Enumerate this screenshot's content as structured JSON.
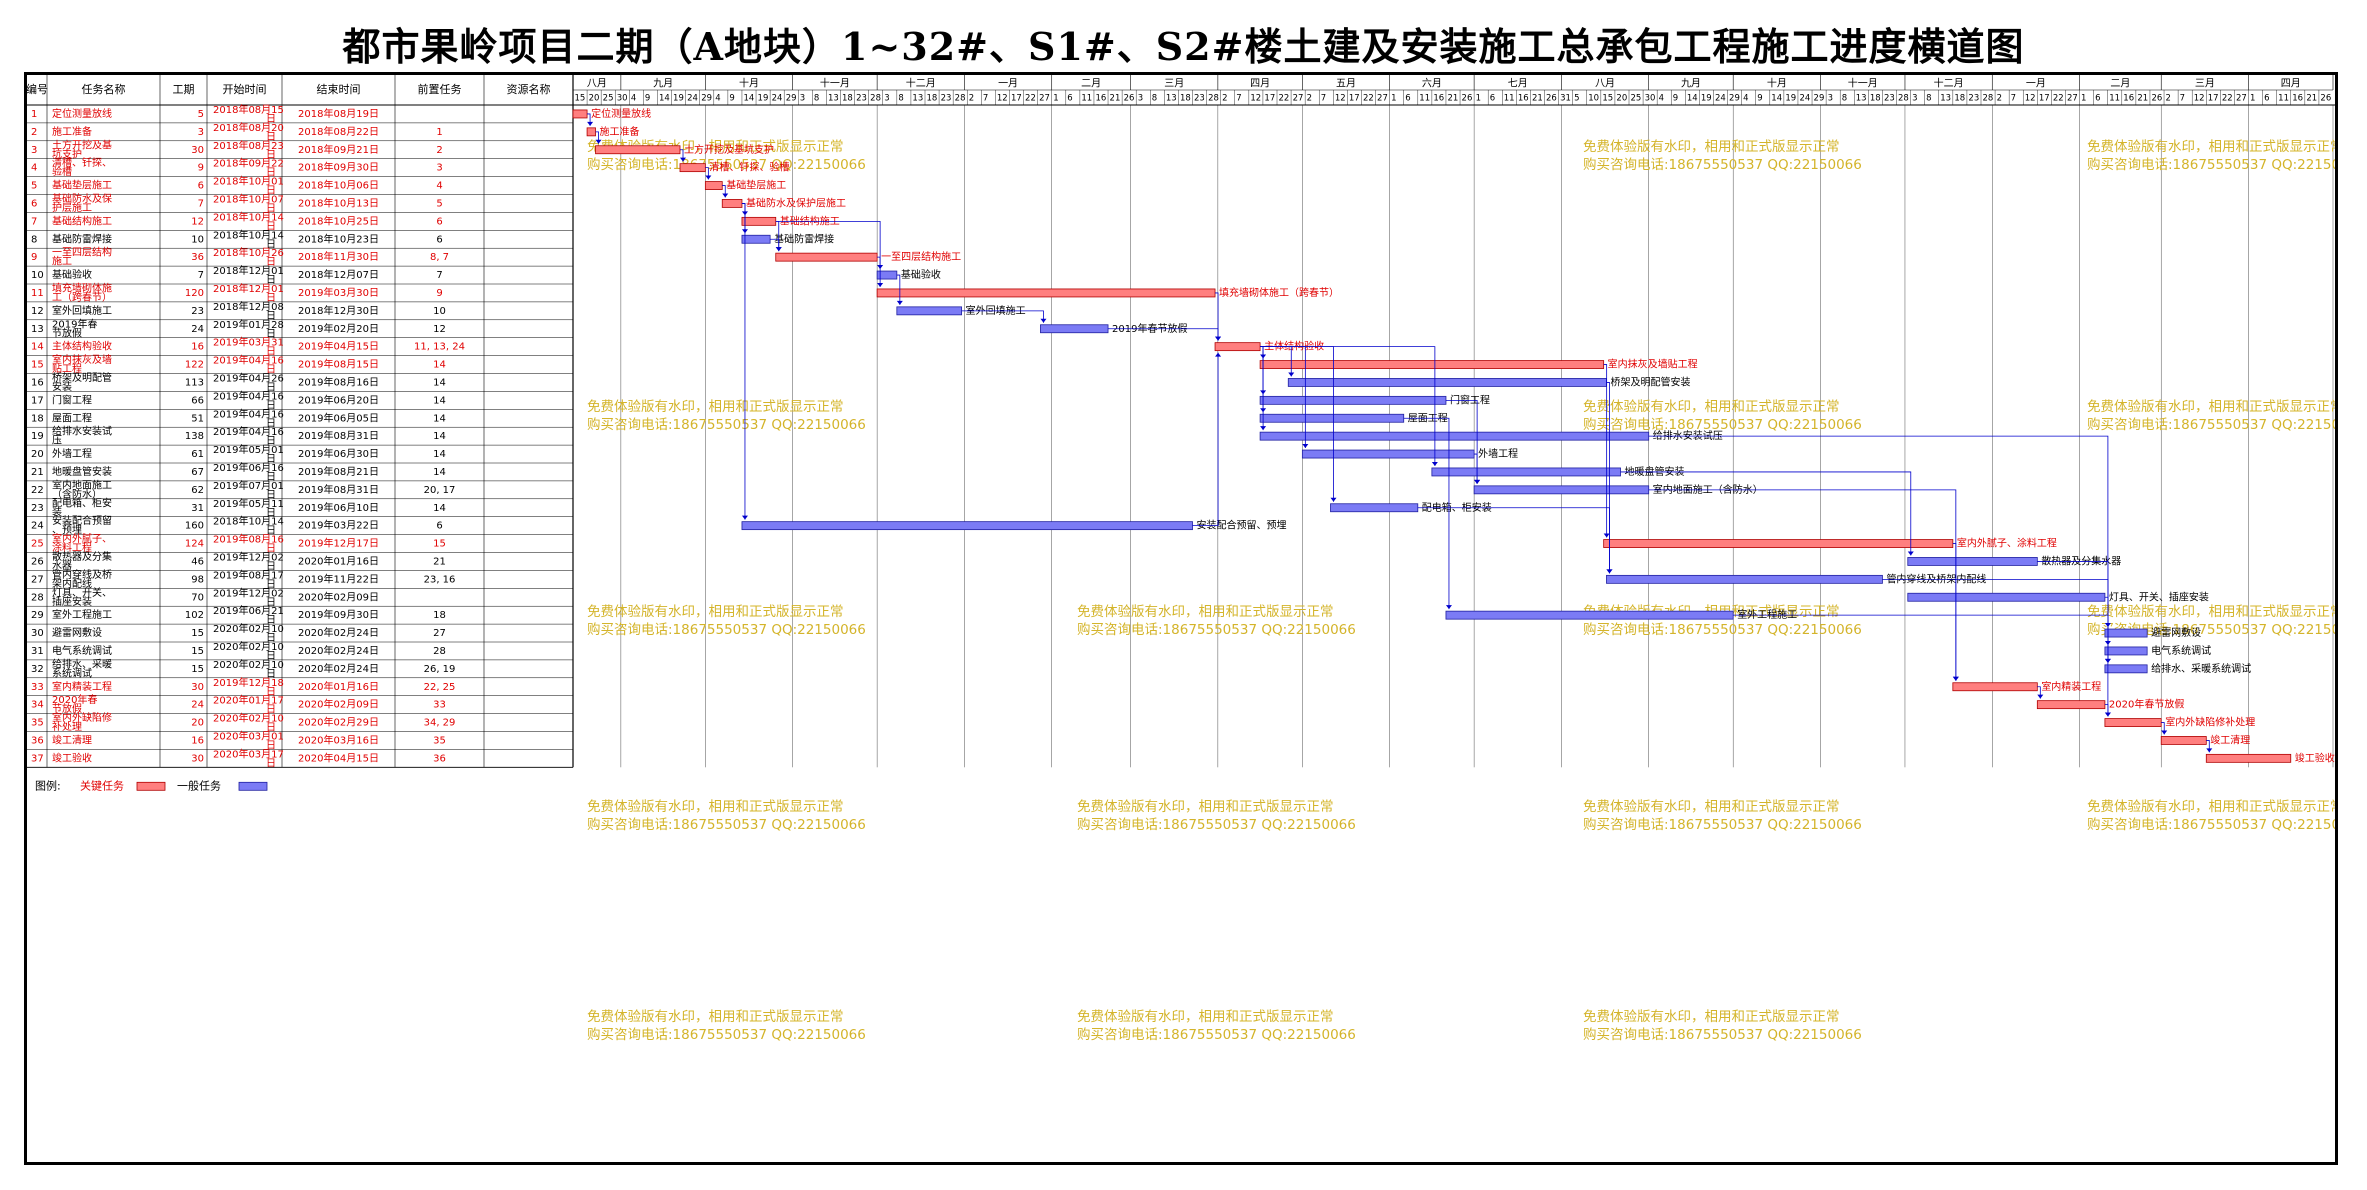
{
  "title": "都市果岭项目二期（A地块）1~32#、S1#、S2#楼土建及安装施工总承包工程施工进度横道图",
  "columns": [
    "编号",
    "任务名称",
    "工期",
    "开始时间",
    "结束时间",
    "前置任务",
    "资源名称"
  ],
  "watermark": {
    "line1": "免费体验版有水印，相用和正式版显示正常",
    "line2": "购买咨询电话:18675550537 QQ:22150066"
  },
  "legend": {
    "label": "图例:",
    "critical": "关键任务",
    "general": "一般任务"
  },
  "colors": {
    "critical_fill": "#ff7f7f",
    "critical_text": "#e00000",
    "general_fill": "#7b7bf5",
    "general_text": "#000000",
    "link": "#0000cc",
    "watermark": "#d4b42a"
  },
  "chart_data": {
    "type": "gantt",
    "timescale": {
      "start": "2018-08-15",
      "end": "2020-04-30",
      "months": [
        {
          "label": "八月",
          "ticks": [
            "15",
            "20",
            "25",
            "30"
          ]
        },
        {
          "label": "九月",
          "ticks": [
            "4",
            "9",
            "14",
            "19",
            "24",
            "29"
          ]
        },
        {
          "label": "十月",
          "ticks": [
            "4",
            "9",
            "14",
            "19",
            "24",
            "29"
          ]
        },
        {
          "label": "十一月",
          "ticks": [
            "3",
            "8",
            "13",
            "18",
            "23",
            "28"
          ]
        },
        {
          "label": "十二月",
          "ticks": [
            "3",
            "8",
            "13",
            "18",
            "23",
            "28"
          ]
        },
        {
          "label": "一月",
          "ticks": [
            "2",
            "7",
            "12",
            "17",
            "22",
            "27"
          ]
        },
        {
          "label": "二月",
          "ticks": [
            "1",
            "6",
            "11",
            "16",
            "21",
            "26"
          ]
        },
        {
          "label": "三月",
          "ticks": [
            "3",
            "8",
            "13",
            "18",
            "23",
            "28"
          ]
        },
        {
          "label": "四月",
          "ticks": [
            "2",
            "7",
            "12",
            "17",
            "22",
            "27"
          ]
        },
        {
          "label": "五月",
          "ticks": [
            "2",
            "7",
            "12",
            "17",
            "22",
            "27"
          ]
        },
        {
          "label": "六月",
          "ticks": [
            "1",
            "6",
            "11",
            "16",
            "21",
            "26"
          ]
        },
        {
          "label": "七月",
          "ticks": [
            "1",
            "6",
            "11",
            "16",
            "21",
            "26",
            "31"
          ]
        },
        {
          "label": "八月",
          "ticks": [
            "5",
            "10",
            "15",
            "20",
            "25",
            "30"
          ]
        },
        {
          "label": "九月",
          "ticks": [
            "4",
            "9",
            "14",
            "19",
            "24",
            "29"
          ]
        },
        {
          "label": "十月",
          "ticks": [
            "4",
            "9",
            "14",
            "19",
            "24",
            "29"
          ]
        },
        {
          "label": "十一月",
          "ticks": [
            "3",
            "8",
            "13",
            "18",
            "23",
            "28"
          ]
        },
        {
          "label": "十二月",
          "ticks": [
            "3",
            "8",
            "13",
            "18",
            "23",
            "28"
          ]
        },
        {
          "label": "一月",
          "ticks": [
            "2",
            "7",
            "12",
            "17",
            "22",
            "27"
          ]
        },
        {
          "label": "二月",
          "ticks": [
            "1",
            "6",
            "11",
            "16",
            "21",
            "26"
          ]
        },
        {
          "label": "三月",
          "ticks": [
            "2",
            "7",
            "12",
            "17",
            "22",
            "27"
          ]
        },
        {
          "label": "四月",
          "ticks": [
            "1",
            "6",
            "11",
            "16",
            "21",
            "26"
          ]
        }
      ]
    },
    "tasks": [
      {
        "id": "1",
        "name": "定位测量放线",
        "dur": "5",
        "start": "2018年08月15日",
        "end": "2018年08月19日",
        "pred": "",
        "critical": true,
        "s": "2018-08-15",
        "e": "2018-08-19",
        "label": "定位测量放线"
      },
      {
        "id": "2",
        "name": "施工准备",
        "dur": "3",
        "start": "2018年08月20日",
        "end": "2018年08月22日",
        "pred": "1",
        "critical": true,
        "s": "2018-08-20",
        "e": "2018-08-22",
        "label": "施工准备"
      },
      {
        "id": "3",
        "name": "土方开挖及基坑支护",
        "dur": "30",
        "start": "2018年08月23日",
        "end": "2018年09月21日",
        "pred": "2",
        "critical": true,
        "s": "2018-08-23",
        "e": "2018-09-21",
        "label": "土方开挖及基坑支护"
      },
      {
        "id": "4",
        "name": "清槽、钎探、验槽",
        "dur": "9",
        "start": "2018年09月22日",
        "end": "2018年09月30日",
        "pred": "3",
        "critical": true,
        "s": "2018-09-22",
        "e": "2018-09-30",
        "label": "清槽、钎探、验槽"
      },
      {
        "id": "5",
        "name": "基础垫层施工",
        "dur": "6",
        "start": "2018年10月01日",
        "end": "2018年10月06日",
        "pred": "4",
        "critical": true,
        "s": "2018-10-01",
        "e": "2018-10-06",
        "label": "基础垫层施工"
      },
      {
        "id": "6",
        "name": "基础防水及保护层施工",
        "dur": "7",
        "start": "2018年10月07日",
        "end": "2018年10月13日",
        "pred": "5",
        "critical": true,
        "s": "2018-10-07",
        "e": "2018-10-13",
        "label": "基础防水及保护层施工"
      },
      {
        "id": "7",
        "name": "基础结构施工",
        "dur": "12",
        "start": "2018年10月14日",
        "end": "2018年10月25日",
        "pred": "6",
        "critical": true,
        "s": "2018-10-14",
        "e": "2018-10-25",
        "label": "基础结构施工"
      },
      {
        "id": "8",
        "name": "基础防雷焊接",
        "dur": "10",
        "start": "2018年10月14日",
        "end": "2018年10月23日",
        "pred": "6",
        "critical": false,
        "s": "2018-10-14",
        "e": "2018-10-23",
        "label": "基础防雷焊接"
      },
      {
        "id": "9",
        "name": "一至四层结构施工",
        "dur": "36",
        "start": "2018年10月26日",
        "end": "2018年11月30日",
        "pred": "8, 7",
        "critical": true,
        "s": "2018-10-26",
        "e": "2018-11-30",
        "label": "一至四层结构施工"
      },
      {
        "id": "10",
        "name": "基础验收",
        "dur": "7",
        "start": "2018年12月01日",
        "end": "2018年12月07日",
        "pred": "7",
        "critical": false,
        "s": "2018-12-01",
        "e": "2018-12-07",
        "label": "基础验收"
      },
      {
        "id": "11",
        "name": "填充墙砌体施工（跨春节）",
        "dur": "120",
        "start": "2018年12月01日",
        "end": "2019年03月30日",
        "pred": "9",
        "critical": true,
        "s": "2018-12-01",
        "e": "2019-03-30",
        "label": "填充墙砌体施工（跨春节）"
      },
      {
        "id": "12",
        "name": "室外回填施工",
        "dur": "23",
        "start": "2018年12月08日",
        "end": "2018年12月30日",
        "pred": "10",
        "critical": false,
        "s": "2018-12-08",
        "e": "2018-12-30",
        "label": "室外回填施工"
      },
      {
        "id": "13",
        "name": "2019年春节放假",
        "dur": "24",
        "start": "2019年01月28日",
        "end": "2019年02月20日",
        "pred": "12",
        "critical": false,
        "s": "2019-01-28",
        "e": "2019-02-20",
        "label": "2019年春节放假"
      },
      {
        "id": "14",
        "name": "主体结构验收",
        "dur": "16",
        "start": "2019年03月31日",
        "end": "2019年04月15日",
        "pred": "11, 13, 24",
        "critical": true,
        "s": "2019-03-31",
        "e": "2019-04-15",
        "label": "主体结构验收"
      },
      {
        "id": "15",
        "name": "室内抹灰及墙贴工程",
        "dur": "122",
        "start": "2019年04月16日",
        "end": "2019年08月15日",
        "pred": "14",
        "critical": true,
        "s": "2019-04-16",
        "e": "2019-08-15",
        "label": "室内抹灰及墙贴工程"
      },
      {
        "id": "16",
        "name": "桥架及明配管安装",
        "dur": "113",
        "start": "2019年04月26日",
        "end": "2019年08月16日",
        "pred": "14",
        "critical": false,
        "s": "2019-04-26",
        "e": "2019-08-16",
        "label": "桥架及明配管安装"
      },
      {
        "id": "17",
        "name": "门窗工程",
        "dur": "66",
        "start": "2019年04月16日",
        "end": "2019年06月20日",
        "pred": "14",
        "critical": false,
        "s": "2019-04-16",
        "e": "2019-06-20",
        "label": "门窗工程"
      },
      {
        "id": "18",
        "name": "屋面工程",
        "dur": "51",
        "start": "2019年04月16日",
        "end": "2019年06月05日",
        "pred": "14",
        "critical": false,
        "s": "2019-04-16",
        "e": "2019-06-05",
        "label": "屋面工程"
      },
      {
        "id": "19",
        "name": "给排水安装试压",
        "dur": "138",
        "start": "2019年04月16日",
        "end": "2019年08月31日",
        "pred": "14",
        "critical": false,
        "s": "2019-04-16",
        "e": "2019-08-31",
        "label": "给排水安装试压"
      },
      {
        "id": "20",
        "name": "外墙工程",
        "dur": "61",
        "start": "2019年05月01日",
        "end": "2019年06月30日",
        "pred": "14",
        "critical": false,
        "s": "2019-05-01",
        "e": "2019-06-30",
        "label": "外墙工程"
      },
      {
        "id": "21",
        "name": "地暖盘管安装",
        "dur": "67",
        "start": "2019年06月16日",
        "end": "2019年08月21日",
        "pred": "14",
        "critical": false,
        "s": "2019-06-16",
        "e": "2019-08-21",
        "label": "地暖盘管安装"
      },
      {
        "id": "22",
        "name": "室内地面施工（含防水）",
        "dur": "62",
        "start": "2019年07月01日",
        "end": "2019年08月31日",
        "pred": "20, 17",
        "critical": false,
        "s": "2019-07-01",
        "e": "2019-08-31",
        "label": "室内地面施工（含防水）"
      },
      {
        "id": "23",
        "name": "配电箱、柜安装",
        "dur": "31",
        "start": "2019年05月11日",
        "end": "2019年06月10日",
        "pred": "14",
        "critical": false,
        "s": "2019-05-11",
        "e": "2019-06-10",
        "label": "配电箱、柜安装"
      },
      {
        "id": "24",
        "name": "安装配合预留、预埋",
        "dur": "160",
        "start": "2018年10月14日",
        "end": "2019年03月22日",
        "pred": "6",
        "critical": false,
        "s": "2018-10-14",
        "e": "2019-03-22",
        "label": "安装配合预留、预埋"
      },
      {
        "id": "25",
        "name": "室内外腻子、涂料工程",
        "dur": "124",
        "start": "2019年08月16日",
        "end": "2019年12月17日",
        "pred": "15",
        "critical": true,
        "s": "2019-08-16",
        "e": "2019-12-17",
        "label": "室内外腻子、涂料工程"
      },
      {
        "id": "26",
        "name": "散热器及分集水器",
        "dur": "46",
        "start": "2019年12月02日",
        "end": "2020年01月16日",
        "pred": "21",
        "critical": false,
        "s": "2019-12-02",
        "e": "2020-01-16",
        "label": "散热器及分集水器"
      },
      {
        "id": "27",
        "name": "管内穿线及桥架内配线",
        "dur": "98",
        "start": "2019年08月17日",
        "end": "2019年11月22日",
        "pred": "23, 16",
        "critical": false,
        "s": "2019-08-17",
        "e": "2019-11-22",
        "label": "管内穿线及桥架内配线"
      },
      {
        "id": "28",
        "name": "灯具、开关、插座安装",
        "dur": "70",
        "start": "2019年12月02日",
        "end": "2020年02月09日",
        "pred": "",
        "critical": false,
        "s": "2019-12-02",
        "e": "2020-02-09",
        "label": "灯具、开关、插座安装"
      },
      {
        "id": "29",
        "name": "室外工程施工",
        "dur": "102",
        "start": "2019年06月21日",
        "end": "2019年09月30日",
        "pred": "18",
        "critical": false,
        "s": "2019-06-21",
        "e": "2019-09-30",
        "label": "室外工程施工"
      },
      {
        "id": "30",
        "name": "避雷网敷设",
        "dur": "15",
        "start": "2020年02月10日",
        "end": "2020年02月24日",
        "pred": "27",
        "critical": false,
        "s": "2020-02-10",
        "e": "2020-02-24",
        "label": "避雷网敷设"
      },
      {
        "id": "31",
        "name": "电气系统调试",
        "dur": "15",
        "start": "2020年02月10日",
        "end": "2020年02月24日",
        "pred": "28",
        "critical": false,
        "s": "2020-02-10",
        "e": "2020-02-24",
        "label": "电气系统调试"
      },
      {
        "id": "32",
        "name": "给排水、采暖系统调试",
        "dur": "15",
        "start": "2020年02月10日",
        "end": "2020年02月24日",
        "pred": "26, 19",
        "critical": false,
        "s": "2020-02-10",
        "e": "2020-02-24",
        "label": "给排水、采暖系统调试"
      },
      {
        "id": "33",
        "name": "室内精装工程",
        "dur": "30",
        "start": "2019年12月18日",
        "end": "2020年01月16日",
        "pred": "22, 25",
        "critical": true,
        "s": "2019-12-18",
        "e": "2020-01-16",
        "label": "室内精装工程"
      },
      {
        "id": "34",
        "name": "2020年春节放假",
        "dur": "24",
        "start": "2020年01月17日",
        "end": "2020年02月09日",
        "pred": "33",
        "critical": true,
        "s": "2020-01-17",
        "e": "2020-02-09",
        "label": "2020年春节放假"
      },
      {
        "id": "35",
        "name": "室内外缺陷修补处理",
        "dur": "20",
        "start": "2020年02月10日",
        "end": "2020年02月29日",
        "pred": "34, 29",
        "critical": true,
        "s": "2020-02-10",
        "e": "2020-02-29",
        "label": "室内外缺陷修补处理"
      },
      {
        "id": "36",
        "name": "竣工清理",
        "dur": "16",
        "start": "2020年03月01日",
        "end": "2020年03月16日",
        "pred": "35",
        "critical": true,
        "s": "2020-03-01",
        "e": "2020-03-16",
        "label": "竣工清理"
      },
      {
        "id": "37",
        "name": "竣工验收",
        "dur": "30",
        "start": "2020年03月17日",
        "end": "2020年04月15日",
        "pred": "36",
        "critical": true,
        "s": "2020-03-17",
        "e": "2020-04-15",
        "label": "竣工验收"
      }
    ]
  }
}
